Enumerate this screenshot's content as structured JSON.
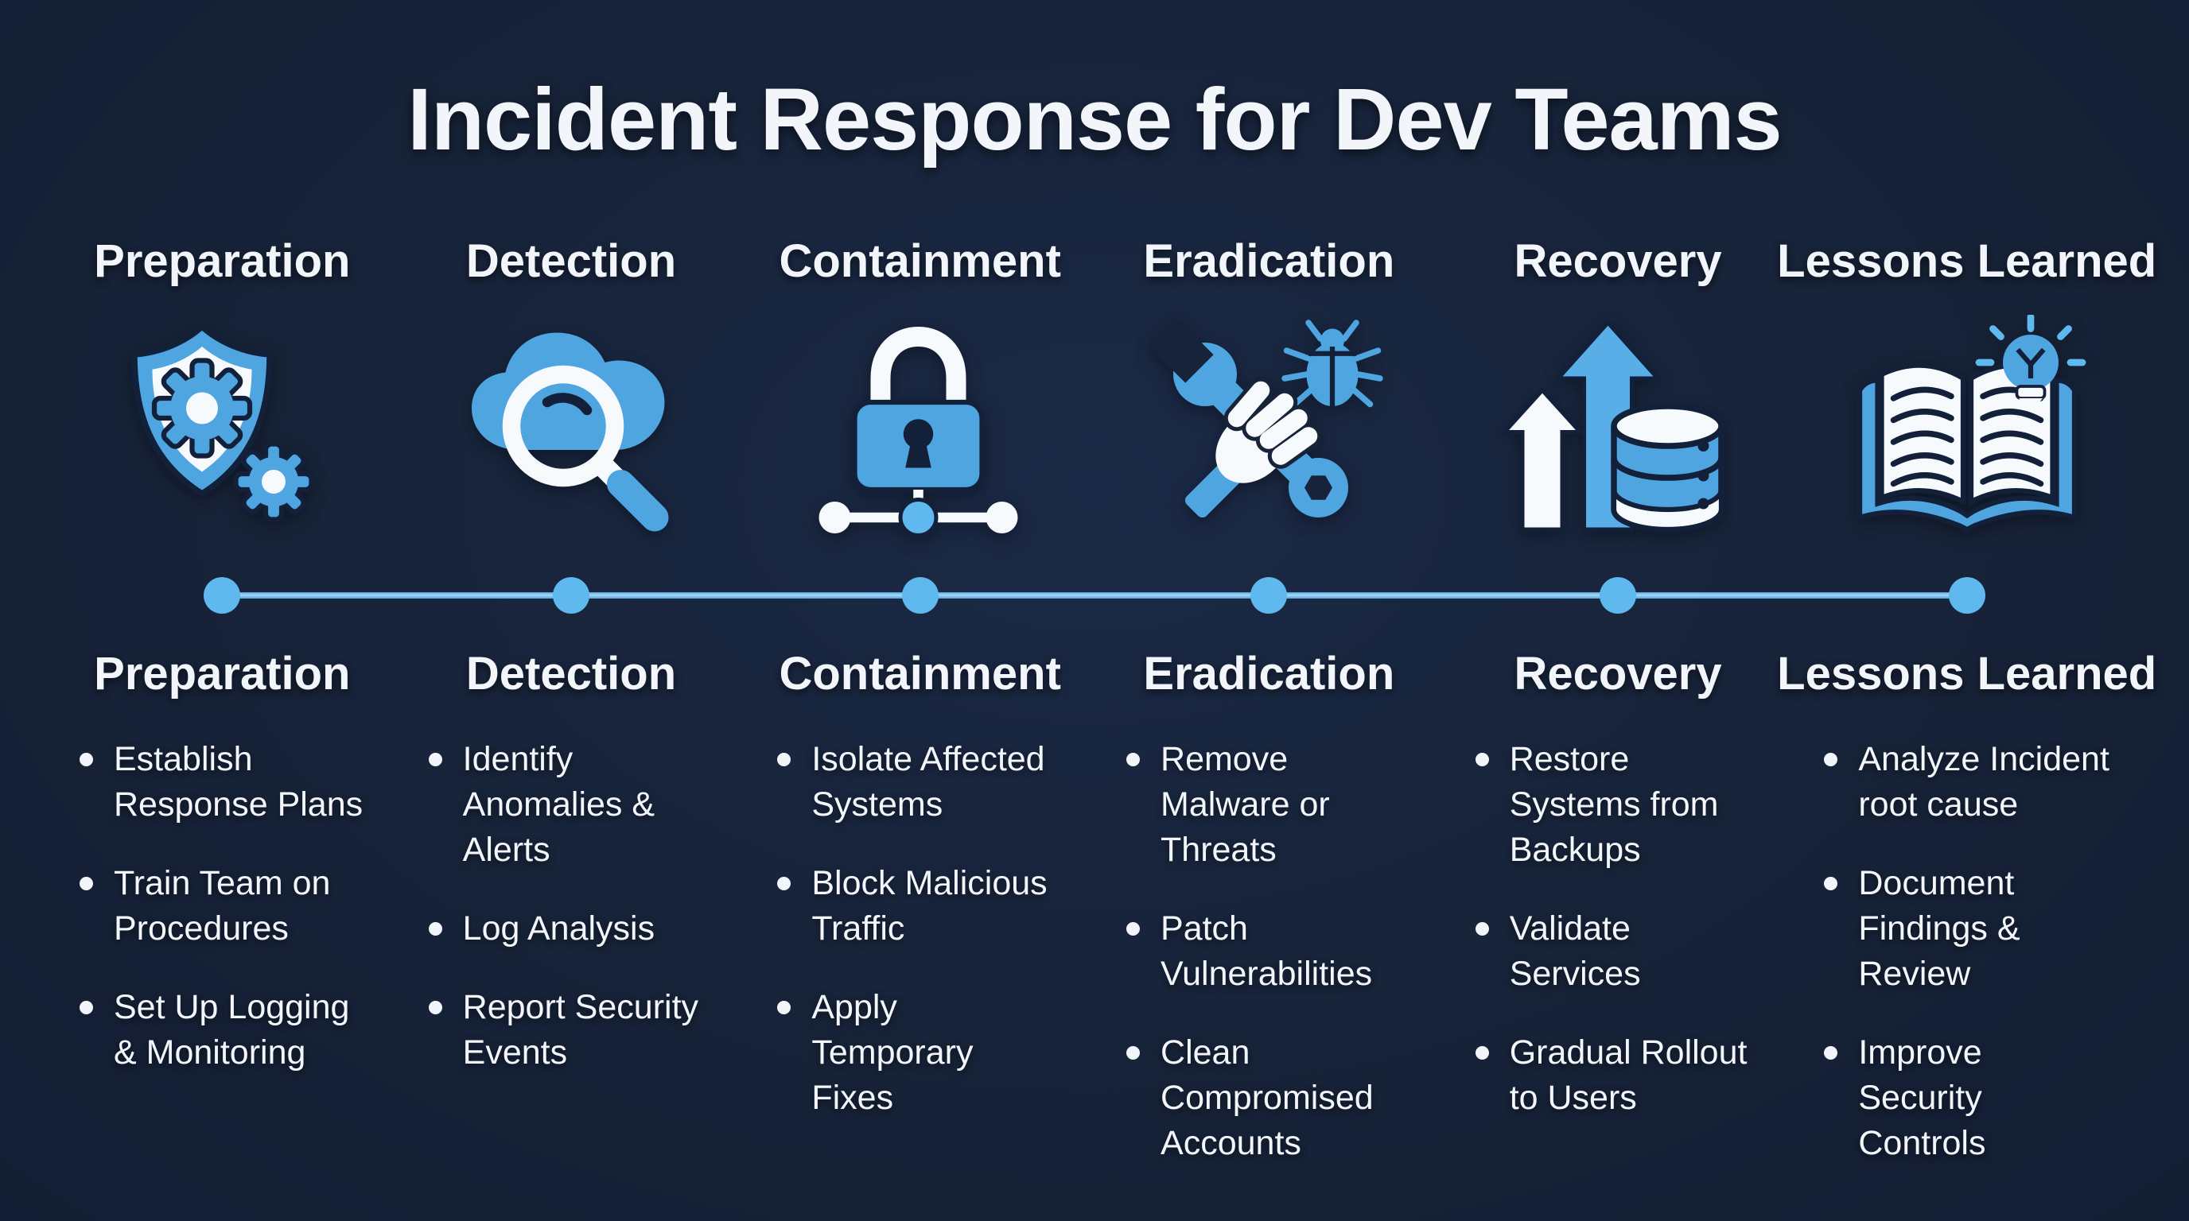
{
  "title": "Incident Response for Dev Teams",
  "colors": {
    "background": "#172338",
    "accent_blue": "#4FA5E0",
    "light_blue": "#5FB9EE",
    "text_white": "#F2F6FA"
  },
  "timeline": {
    "dot_count": 6
  },
  "phases": [
    {
      "label": "Preparation",
      "icon": "shield-gears-icon",
      "bullets": [
        "Establish\nResponse Plans",
        "Train Team on\nProcedures",
        "Set Up Logging\n& Monitoring"
      ]
    },
    {
      "label": "Detection",
      "icon": "cloud-search-icon",
      "bullets": [
        "Identify\nAnomalies &\nAlerts",
        "Log Analysis",
        "Report Security\nEvents"
      ]
    },
    {
      "label": "Containment",
      "icon": "lock-network-icon",
      "bullets": [
        "Isolate Affected\nSystems",
        "Block Malicious\nTraffic",
        "Apply\nTemporary\nFixes"
      ]
    },
    {
      "label": "Eradication",
      "icon": "wrench-bug-icon",
      "bullets": [
        "Remove\nMalware or\nThreats",
        "Patch\nVulnerabilities",
        "Clean\nCompromised\nAccounts"
      ]
    },
    {
      "label": "Recovery",
      "icon": "arrows-database-icon",
      "bullets": [
        "Restore\nSystems from\nBackups",
        "Validate\nServices",
        "Gradual Rollout\nto Users"
      ]
    },
    {
      "label": "Lessons Learned",
      "icon": "book-lightbulb-icon",
      "bullets": [
        "Analyze Incident\nroot cause",
        "Document\nFindings &\nReview",
        "Improve\nSecurity\nControls"
      ]
    }
  ]
}
